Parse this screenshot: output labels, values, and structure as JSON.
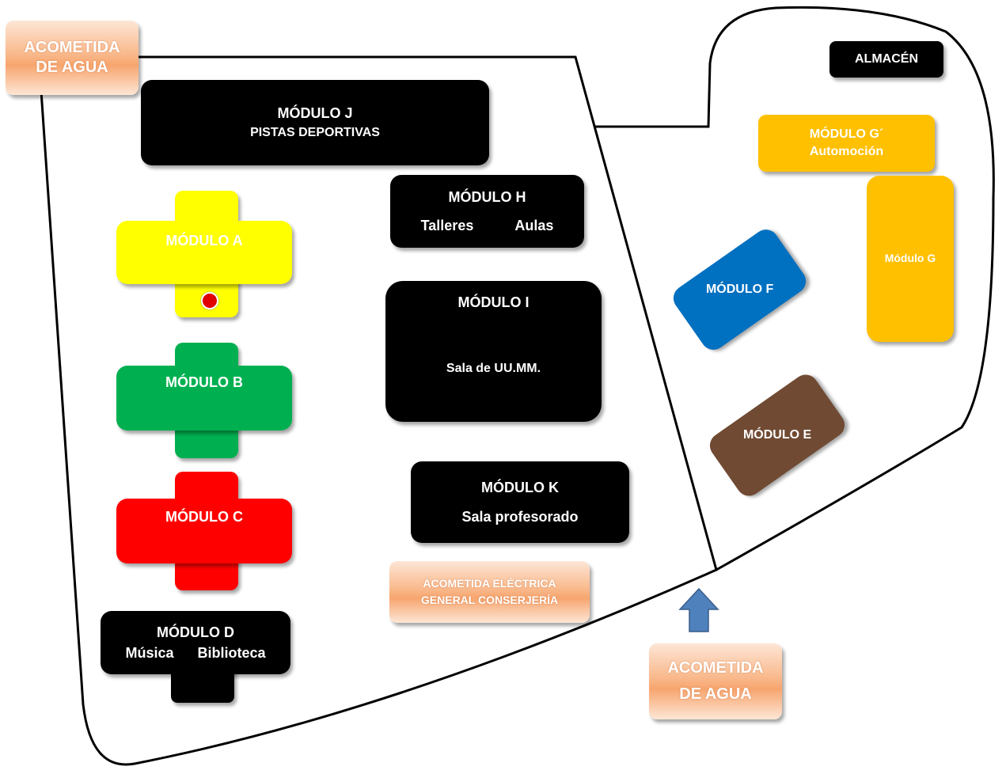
{
  "colors": {
    "black": "#000000",
    "yellow": "#ffff00",
    "green": "#00b050",
    "red": "#ff0000",
    "amber": "#ffc000",
    "blue": "#0070c0",
    "brown": "#704a33",
    "peach": "#f9b98c",
    "arrow": "#4f81bd"
  },
  "water_top": {
    "line1": "ACOMETIDA",
    "line2": "DE AGUA"
  },
  "water_bottom": {
    "line1": "ACOMETIDA",
    "line2": "DE AGUA"
  },
  "modules": {
    "j": {
      "title": "MÓDULO J",
      "subtitle": "PISTAS DEPORTIVAS"
    },
    "h": {
      "title": "MÓDULO H",
      "left": "Talleres",
      "right": "Aulas"
    },
    "i": {
      "title": "MÓDULO I",
      "subtitle": "Sala de UU.MM."
    },
    "k": {
      "title": "MÓDULO K",
      "subtitle": "Sala profesorado"
    },
    "a": {
      "title": "MÓDULO A"
    },
    "b": {
      "title": "MÓDULO B"
    },
    "c": {
      "title": "MÓDULO C"
    },
    "d": {
      "title": "MÓDULO D",
      "left": "Música",
      "right": "Biblioteca"
    },
    "almacen": {
      "title": "ALMACÉN"
    },
    "g_prime": {
      "title": "MÓDULO G´",
      "subtitle": "Automoción"
    },
    "g": {
      "title": "Módulo G"
    },
    "f": {
      "title": "MÓDULO F"
    },
    "e": {
      "title": "MÓDULO E"
    }
  },
  "electric": {
    "line1": "ACOMETIDA ELÉCTRICA",
    "line2": "GENERAL CONSERJERÍA"
  },
  "icons": {
    "marker": "red-dot-icon",
    "arrow": "up-arrow-icon"
  }
}
